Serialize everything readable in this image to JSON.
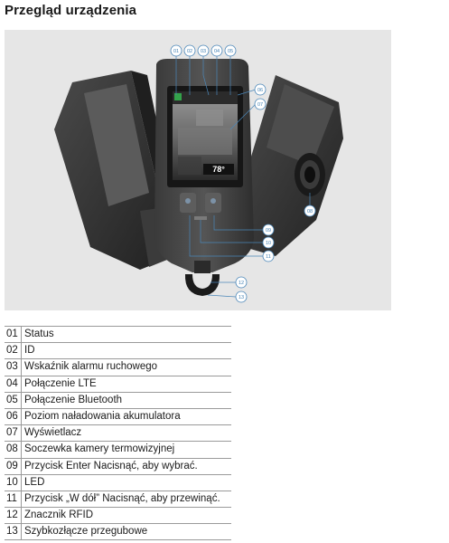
{
  "page": {
    "title": "Przegląd urządzenia"
  },
  "figure": {
    "callouts": [
      "01",
      "02",
      "03",
      "04",
      "05",
      "06",
      "07",
      "08",
      "09",
      "10",
      "11",
      "12",
      "13"
    ],
    "screen_temperature": "78°"
  },
  "legend": [
    {
      "num": "01",
      "text": "Status"
    },
    {
      "num": "02",
      "text": "ID"
    },
    {
      "num": "03",
      "text": "Wskaźnik alarmu ruchowego"
    },
    {
      "num": "04",
      "text": "Połączenie LTE"
    },
    {
      "num": "05",
      "text": "Połączenie Bluetooth"
    },
    {
      "num": "06",
      "text": "Poziom naładowania akumulatora"
    },
    {
      "num": "07",
      "text": "Wyświetlacz"
    },
    {
      "num": "08",
      "text": "Soczewka kamery termowizyjnej"
    },
    {
      "num": "09",
      "text": "Przycisk Enter Nacisnąć, aby wybrać."
    },
    {
      "num": "10",
      "text": "LED"
    },
    {
      "num": "11",
      "text": "Przycisk „W dół” Nacisnąć, aby przewinąć."
    },
    {
      "num": "12",
      "text": "Znacznik RFID"
    },
    {
      "num": "13",
      "text": "Szybkozłącze przegubowe"
    }
  ]
}
